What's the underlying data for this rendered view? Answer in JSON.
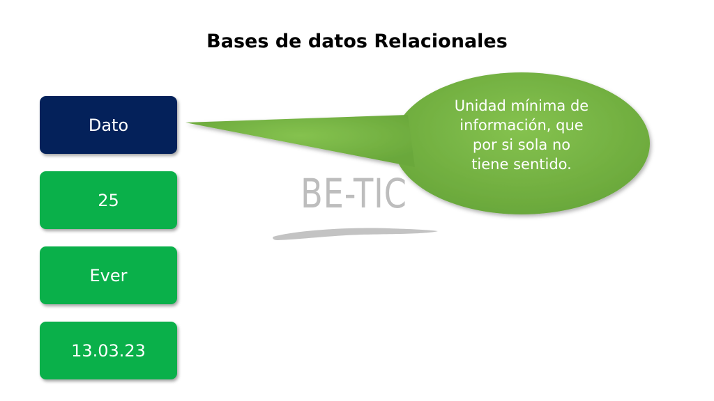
{
  "slide": {
    "title": "Bases de datos Relacionales"
  },
  "boxes": [
    {
      "label": "Dato",
      "color": "#04215a"
    },
    {
      "label": "25",
      "color": "#0ab04a"
    },
    {
      "label": "Ever",
      "color": "#0ab04a"
    },
    {
      "label": "13.03.23",
      "color": "#0ab04a"
    }
  ],
  "callout": {
    "text": "Unidad mínima de\ninformación, que\npor si sola no\ntiene sentido.",
    "color": "#73b341"
  },
  "watermark": {
    "logo": "BE-TIC",
    "icon": "be-tic-logo"
  }
}
